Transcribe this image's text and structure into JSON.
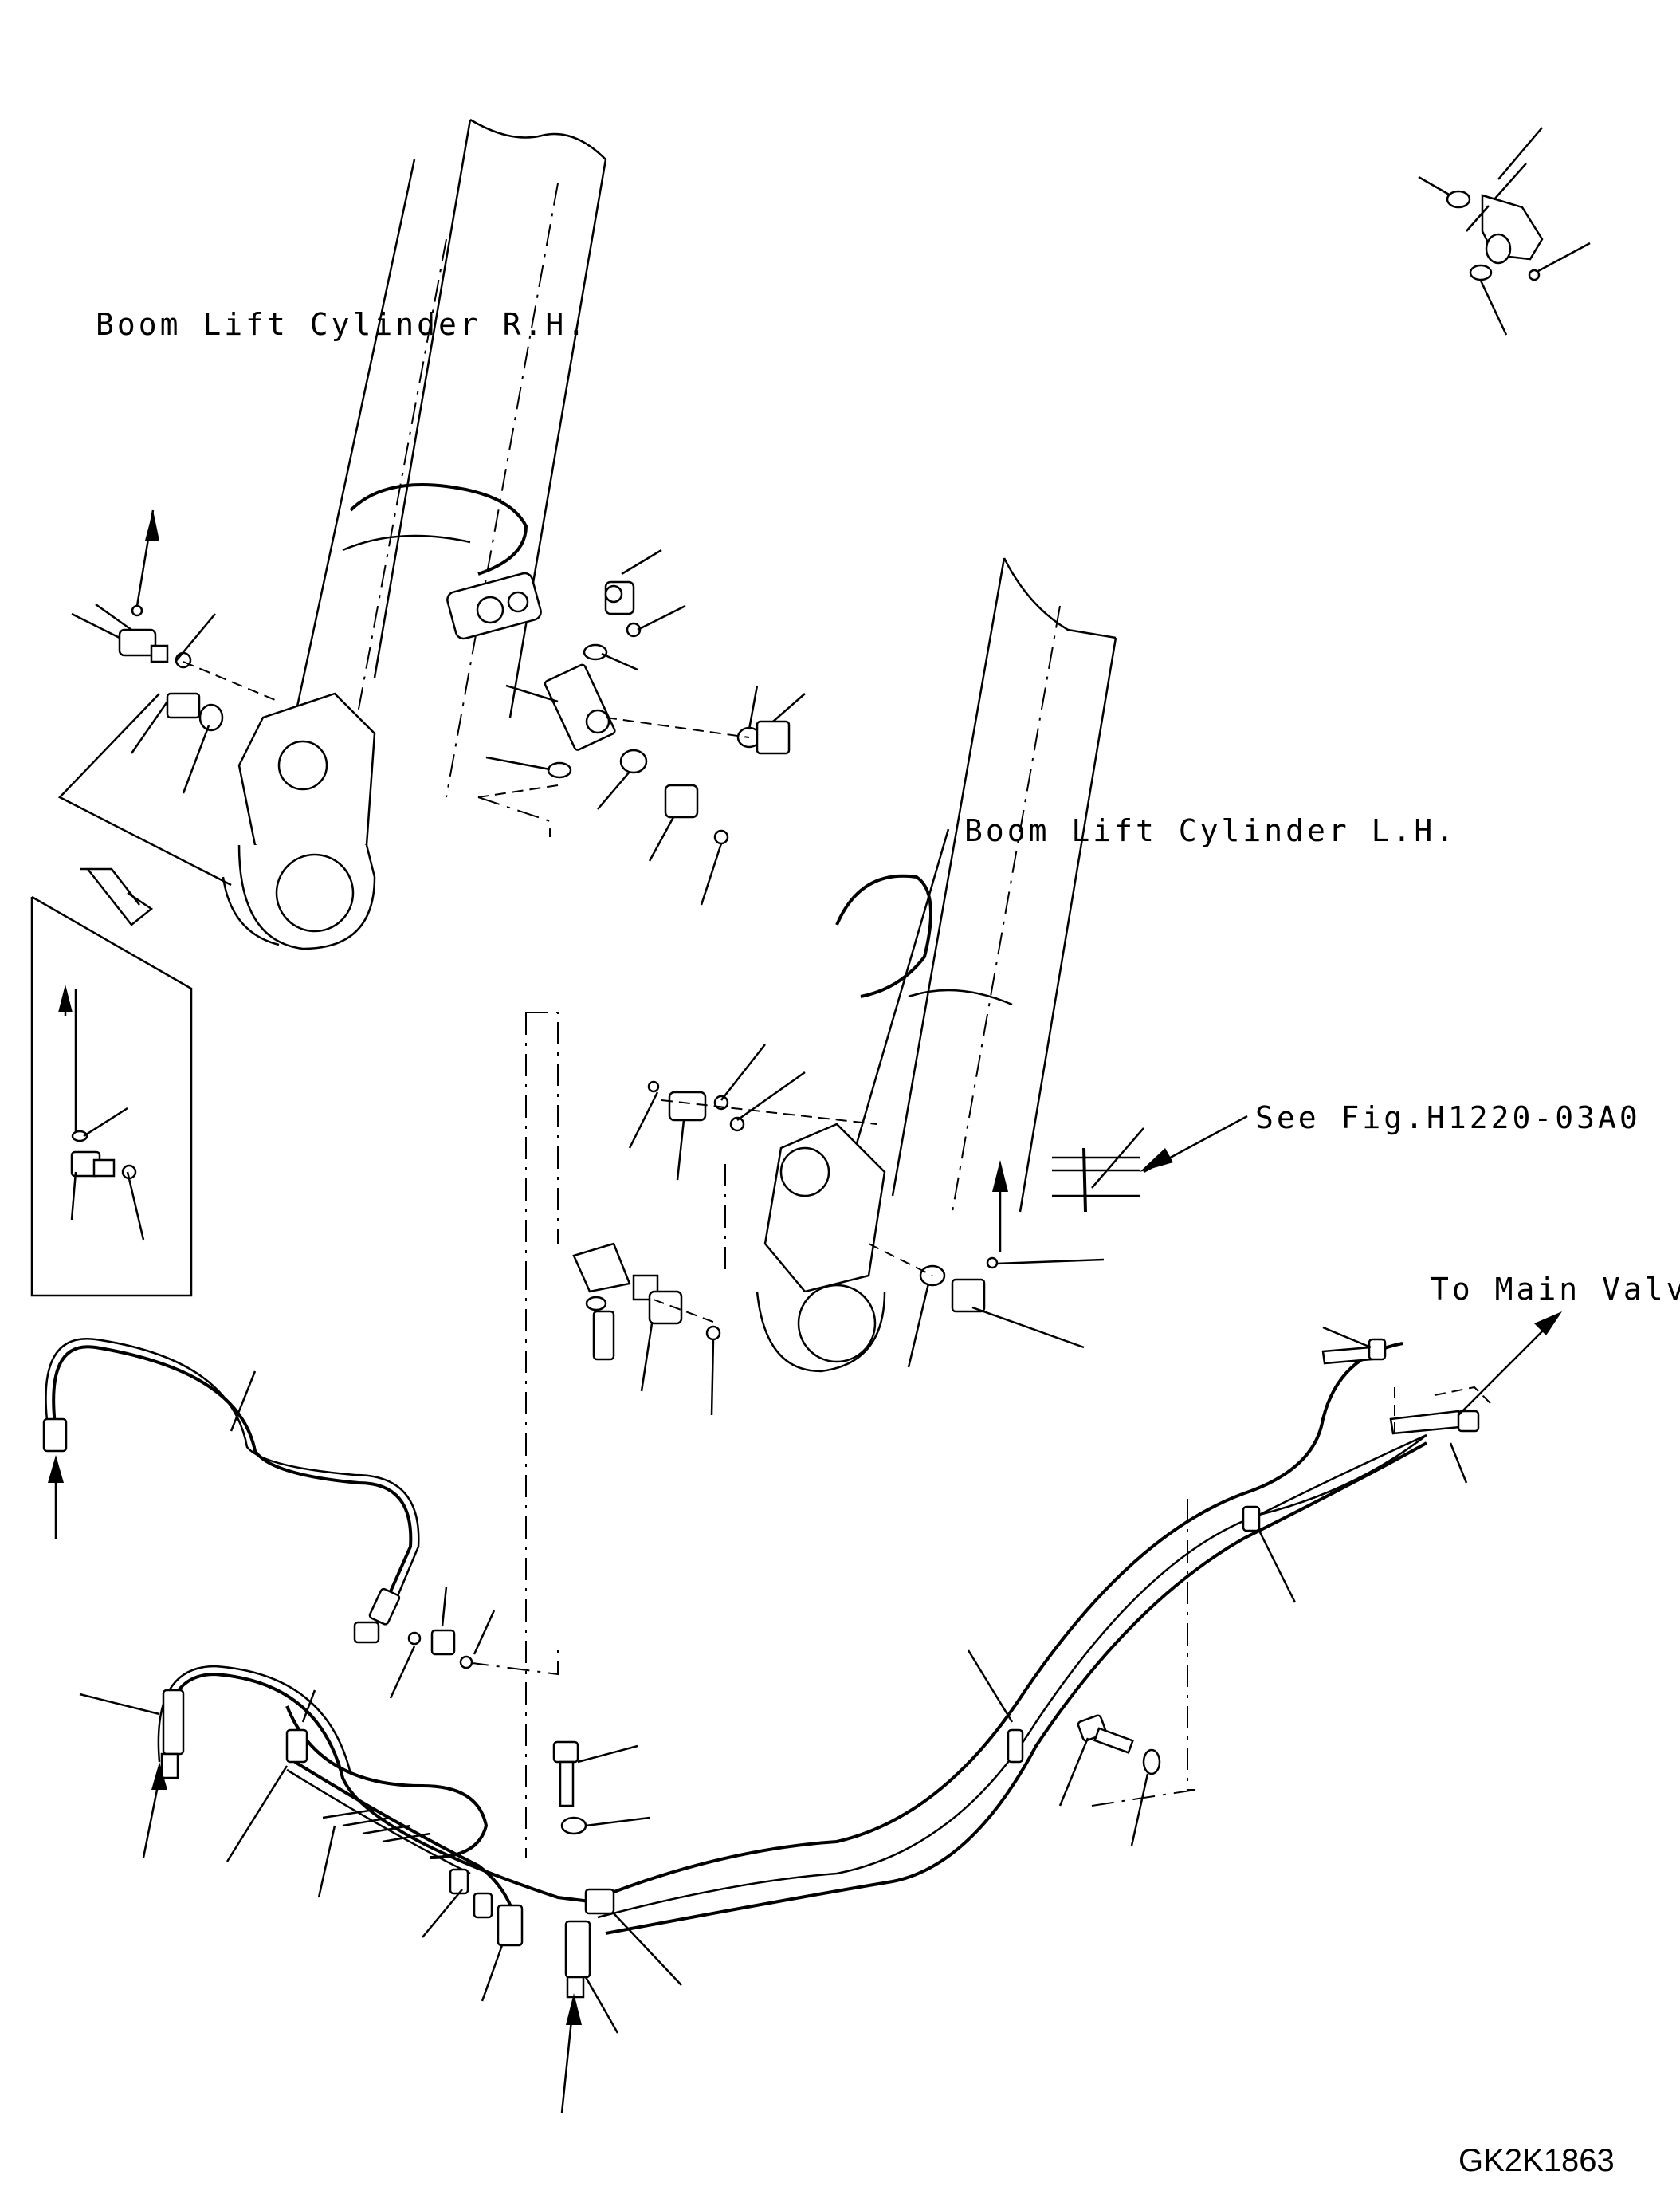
{
  "labels": {
    "cylinder_rh": "Boom Lift Cylinder R.H.",
    "cylinder_lh": "Boom Lift Cylinder L.H.",
    "see_fig": "See Fig.H1220-03A0",
    "to_main_valve": "To Main Valve",
    "figure_code": "GK2K1863"
  }
}
